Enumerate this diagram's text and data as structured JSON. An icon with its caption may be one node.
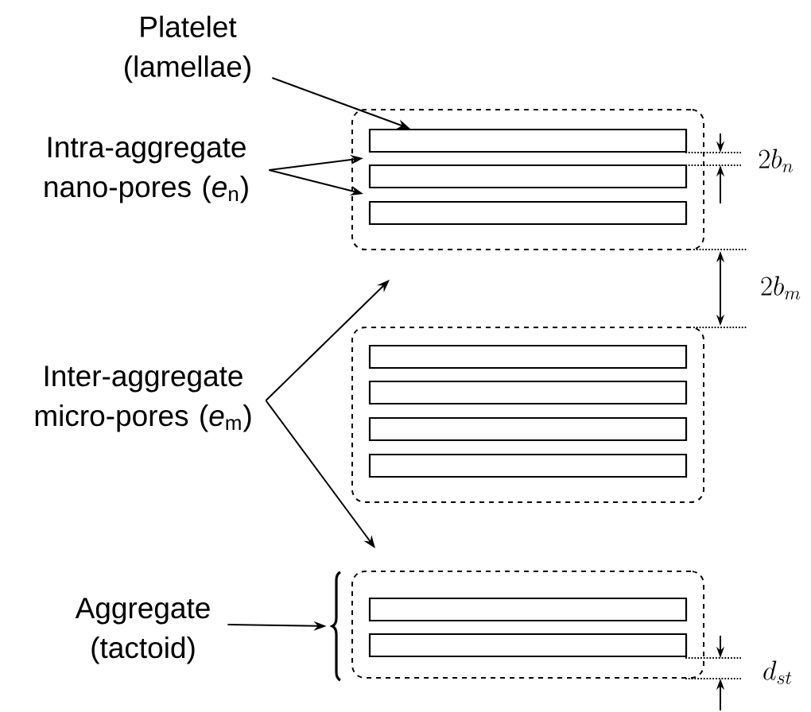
{
  "diagram": {
    "nodes": [
      {
        "text": [
          "Platelet (lamellae)"
        ]
      },
      {
        "text": [
          "Intra-aggregate nano-pores (*e*$_{n}$)"
        ]
      },
      {
        "text": [
          "Inter-aggregate micro-pores (*e*$_{m}$)"
        ]
      },
      {
        "text": [
          "Aggregate (tactoid)"
        ]
      },
      {
        "text": [],
        "shape": "box"
      },
      {
        "text": [],
        "shape": "box",
        "in": 4
      },
      {
        "text": [],
        "shape": "box",
        "in": 4
      },
      {
        "text": [],
        "shape": "box",
        "in": 4
      },
      {
        "text": [],
        "shape": "box"
      },
      {
        "text": [],
        "shape": "box",
        "in": 8
      },
      {
        "text": [],
        "shape": "box",
        "in": 8
      },
      {
        "text": [],
        "shape": "box",
        "in": 8
      },
      {
        "text": [],
        "shape": "box",
        "in": 8
      },
      {
        "text": [],
        "shape": "brace"
      },
      {
        "text": [],
        "shape": "box"
      },
      {
        "text": [],
        "shape": "box",
        "in": 14
      },
      {
        "text": [],
        "shape": "box",
        "in": 14
      }
    ],
    "edges": [
      {
        "from": 0,
        "to": 5,
        "arrow": "to"
      },
      {
        "from": 1,
        "to": 4,
        "arrow": "to"
      },
      {
        "from": 1,
        "to": 4,
        "arrow": "to"
      },
      {
        "from": 2,
        "to": null,
        "arrow": "to"
      },
      {
        "from": 2,
        "to": null,
        "arrow": "to"
      },
      {
        "from": 3,
        "to": 13,
        "arrow": "to"
      }
    ],
    "labels": [
      "2b_{n}",
      "2b_{m}",
      "d_{st}"
    ]
  }
}
